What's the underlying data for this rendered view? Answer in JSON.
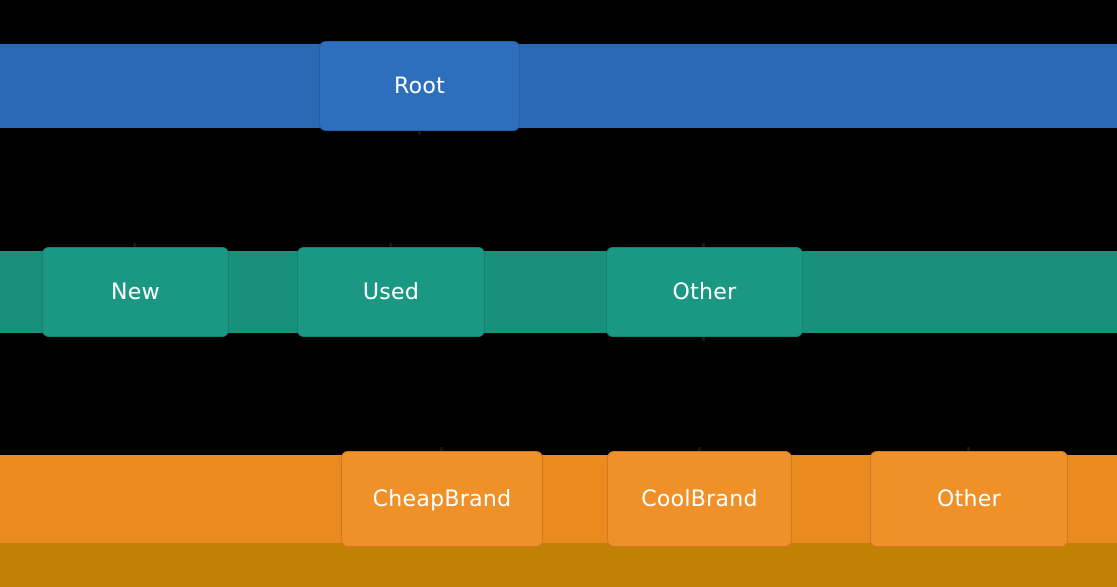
{
  "colors": {
    "background": "#000000",
    "level1-band": "#2a69b3",
    "level1-node": "#2d6fbd",
    "level2-band": "#18917b",
    "level2-node": "#1b9883",
    "level3-band": "#ea8a1f",
    "level3-node": "#ef9028",
    "level4-band": "#c28104",
    "node-text": "#ffffff"
  },
  "tree": {
    "levels": [
      {
        "name": "level-1",
        "nodes": [
          {
            "label": "Root"
          }
        ]
      },
      {
        "name": "level-2",
        "nodes": [
          {
            "label": "New"
          },
          {
            "label": "Used"
          },
          {
            "label": "Other"
          }
        ]
      },
      {
        "name": "level-3",
        "nodes": [
          {
            "label": "CheapBrand"
          },
          {
            "label": "CoolBrand"
          },
          {
            "label": "Other"
          }
        ]
      },
      {
        "name": "level-4",
        "nodes": []
      }
    ]
  }
}
